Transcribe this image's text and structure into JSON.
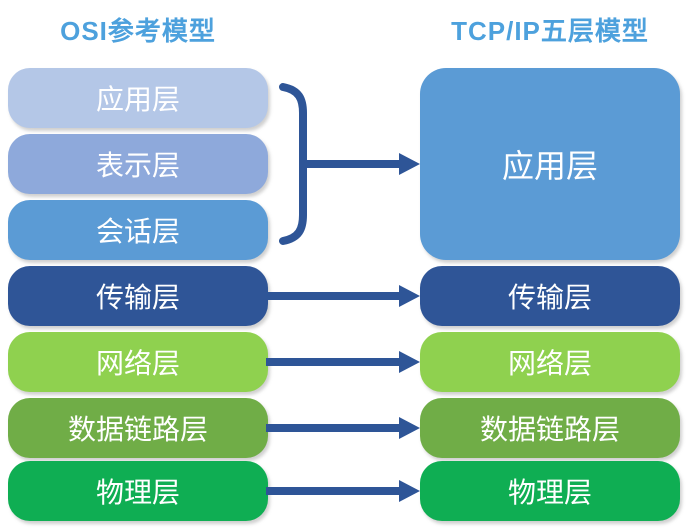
{
  "titles": {
    "left": "OSI参考模型",
    "right": "TCP/IP五层模型"
  },
  "colors": {
    "title_text": "#4da1dd",
    "connector": "#2e5597",
    "box_text": "#ffffff",
    "background": "#ffffff"
  },
  "osi_layers": [
    {
      "label": "应用层",
      "color": "#b4c7e7"
    },
    {
      "label": "表示层",
      "color": "#8ea9db"
    },
    {
      "label": "会话层",
      "color": "#5b9bd5"
    },
    {
      "label": "传输层",
      "color": "#2f5597"
    },
    {
      "label": "网络层",
      "color": "#8fd14f"
    },
    {
      "label": "数据链路层",
      "color": "#70ad47"
    },
    {
      "label": "物理层",
      "color": "#0fae53"
    }
  ],
  "tcpip_layers": [
    {
      "label": "应用层",
      "color": "#5b9bd5"
    },
    {
      "label": "传输层",
      "color": "#2f5597"
    },
    {
      "label": "网络层",
      "color": "#8fd14f"
    },
    {
      "label": "数据链路层",
      "color": "#70ad47"
    },
    {
      "label": "物理层",
      "color": "#0fae53"
    }
  ]
}
